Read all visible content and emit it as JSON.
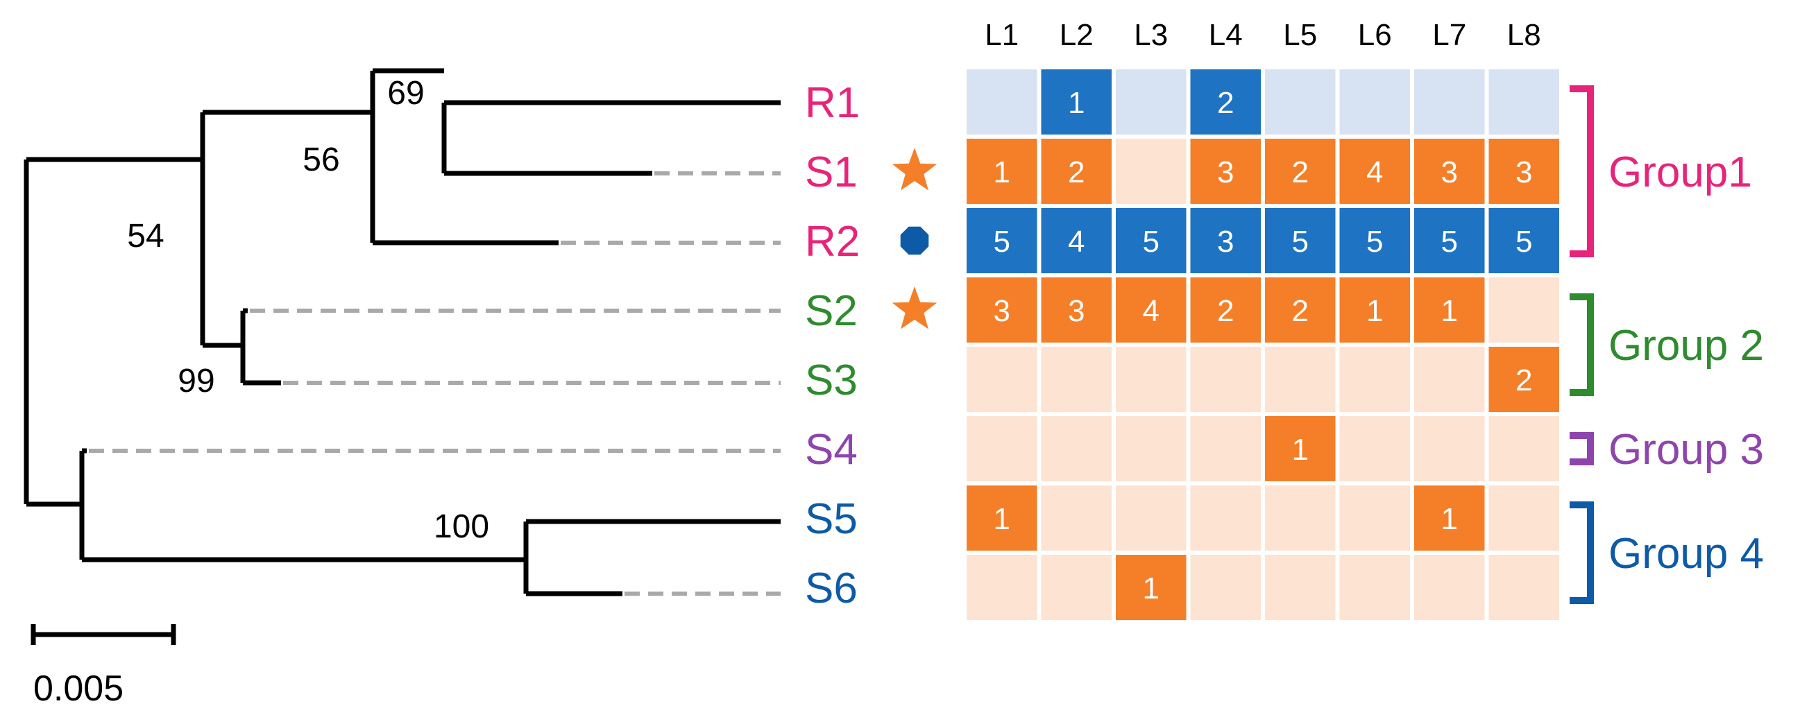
{
  "colors": {
    "dark_orange": "#F57F28",
    "light_orange": "#FDE3D2",
    "dark_blue": "#1E73C2",
    "light_blue": "#D7E3F2",
    "branch": "#000000",
    "dashed_extension": "#A9A9A9",
    "group1": "#E8237A",
    "group2": "#2E8B2E",
    "group3": "#8E44AD",
    "group4": "#0D5AA7",
    "star_marker": "#F57F28",
    "circle_marker": "#0D5AA7"
  },
  "tree": {
    "bootstrap_values": [
      "69",
      "56",
      "54",
      "99",
      "100"
    ],
    "scale_bar_label": "0.005",
    "taxa": [
      {
        "name": "R1",
        "group": "group1",
        "marker": ""
      },
      {
        "name": "S1",
        "group": "group1",
        "marker": "star-icon"
      },
      {
        "name": "R2",
        "group": "group1",
        "marker": "circle-icon"
      },
      {
        "name": "S2",
        "group": "group2",
        "marker": "star-icon"
      },
      {
        "name": "S3",
        "group": "group2",
        "marker": ""
      },
      {
        "name": "S4",
        "group": "group3",
        "marker": ""
      },
      {
        "name": "S5",
        "group": "group4",
        "marker": ""
      },
      {
        "name": "S6",
        "group": "group4",
        "marker": ""
      }
    ]
  },
  "heatmap": {
    "columns": [
      "L1",
      "L2",
      "L3",
      "L4",
      "L5",
      "L6",
      "L7",
      "L8"
    ],
    "rows": [
      {
        "row": "R1",
        "cells": [
          {
            "v": "",
            "c": "lb"
          },
          {
            "v": "1",
            "c": "db"
          },
          {
            "v": "",
            "c": "lb"
          },
          {
            "v": "2",
            "c": "db"
          },
          {
            "v": "",
            "c": "lb"
          },
          {
            "v": "",
            "c": "lb"
          },
          {
            "v": "",
            "c": "lb"
          },
          {
            "v": "",
            "c": "lb"
          }
        ]
      },
      {
        "row": "S1",
        "cells": [
          {
            "v": "1",
            "c": "do"
          },
          {
            "v": "2",
            "c": "do"
          },
          {
            "v": "",
            "c": "lo"
          },
          {
            "v": "3",
            "c": "do"
          },
          {
            "v": "2",
            "c": "do"
          },
          {
            "v": "4",
            "c": "do"
          },
          {
            "v": "3",
            "c": "do"
          },
          {
            "v": "3",
            "c": "do"
          }
        ]
      },
      {
        "row": "R2",
        "cells": [
          {
            "v": "5",
            "c": "db"
          },
          {
            "v": "4",
            "c": "db"
          },
          {
            "v": "5",
            "c": "db"
          },
          {
            "v": "3",
            "c": "db"
          },
          {
            "v": "5",
            "c": "db"
          },
          {
            "v": "5",
            "c": "db"
          },
          {
            "v": "5",
            "c": "db"
          },
          {
            "v": "5",
            "c": "db"
          }
        ]
      },
      {
        "row": "S2",
        "cells": [
          {
            "v": "3",
            "c": "do"
          },
          {
            "v": "3",
            "c": "do"
          },
          {
            "v": "4",
            "c": "do"
          },
          {
            "v": "2",
            "c": "do"
          },
          {
            "v": "2",
            "c": "do"
          },
          {
            "v": "1",
            "c": "do"
          },
          {
            "v": "1",
            "c": "do"
          },
          {
            "v": "",
            "c": "lo"
          }
        ]
      },
      {
        "row": "S3",
        "cells": [
          {
            "v": "",
            "c": "lo"
          },
          {
            "v": "",
            "c": "lo"
          },
          {
            "v": "",
            "c": "lo"
          },
          {
            "v": "",
            "c": "lo"
          },
          {
            "v": "",
            "c": "lo"
          },
          {
            "v": "",
            "c": "lo"
          },
          {
            "v": "",
            "c": "lo"
          },
          {
            "v": "2",
            "c": "do"
          }
        ]
      },
      {
        "row": "S4",
        "cells": [
          {
            "v": "",
            "c": "lo"
          },
          {
            "v": "",
            "c": "lo"
          },
          {
            "v": "",
            "c": "lo"
          },
          {
            "v": "",
            "c": "lo"
          },
          {
            "v": "1",
            "c": "do"
          },
          {
            "v": "",
            "c": "lo"
          },
          {
            "v": "",
            "c": "lo"
          },
          {
            "v": "",
            "c": "lo"
          }
        ]
      },
      {
        "row": "S5",
        "cells": [
          {
            "v": "1",
            "c": "do"
          },
          {
            "v": "",
            "c": "lo"
          },
          {
            "v": "",
            "c": "lo"
          },
          {
            "v": "",
            "c": "lo"
          },
          {
            "v": "",
            "c": "lo"
          },
          {
            "v": "",
            "c": "lo"
          },
          {
            "v": "1",
            "c": "do"
          },
          {
            "v": "",
            "c": "lo"
          }
        ]
      },
      {
        "row": "S6",
        "cells": [
          {
            "v": "",
            "c": "lo"
          },
          {
            "v": "",
            "c": "lo"
          },
          {
            "v": "1",
            "c": "do"
          },
          {
            "v": "",
            "c": "lo"
          },
          {
            "v": "",
            "c": "lo"
          },
          {
            "v": "",
            "c": "lo"
          },
          {
            "v": "",
            "c": "lo"
          },
          {
            "v": "",
            "c": "lo"
          }
        ]
      }
    ]
  },
  "groups": [
    {
      "label": "Group1",
      "color_key": "group1",
      "first_row": 0,
      "last_row": 2
    },
    {
      "label": "Group 2",
      "color_key": "group2",
      "first_row": 3,
      "last_row": 4
    },
    {
      "label": "Group 3",
      "color_key": "group3",
      "first_row": 5,
      "last_row": 5
    },
    {
      "label": "Group 4",
      "color_key": "group4",
      "first_row": 6,
      "last_row": 7
    }
  ]
}
